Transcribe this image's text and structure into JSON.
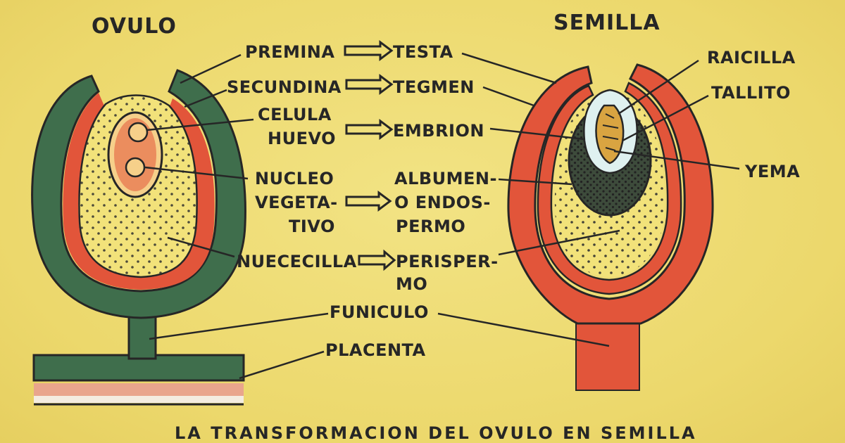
{
  "titles": {
    "ovulo": "OVULO",
    "semilla": "SEMILLA"
  },
  "ovule_labels": {
    "premina": "PREMINA",
    "secundina": "SECUNDINA",
    "celula": "CELULA",
    "huevo": "HUEVO",
    "nucleo": "NUCLEO",
    "vegeta": "VEGETA-",
    "tivo": "TIVO",
    "nuececilla": "NUECECILLA"
  },
  "seed_labels": {
    "testa": "TESTA",
    "tegmen": "TEGMEN",
    "embrion": "EMBRION",
    "albumen": "ALBUMEN-",
    "o_endos": "O ENDOS-",
    "permo": "PERMO",
    "perisper": "PERISPER-",
    "mo": "MO"
  },
  "shared_labels": {
    "funiculo": "FUNICULO",
    "placenta": "PLACENTA"
  },
  "embryo_labels": {
    "raicilla": "RAICILLA",
    "tallito": "TALLITO",
    "yema": "YEMA"
  },
  "caption": "LA TRANSFORMACION DEL OVULO EN SEMILLA",
  "colors": {
    "background": "#eddc74",
    "green_integument": "#3f6e4c",
    "red_integument": "#e2553a",
    "nucellus": "#f2e27a",
    "embryo_dark": "#3b4a3a",
    "outline": "#262626"
  }
}
